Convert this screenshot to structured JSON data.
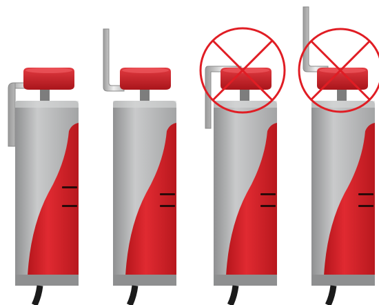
{
  "scene": {
    "description_visible_text": "",
    "colors": {
      "background": "#ffffff",
      "housing_grey": "#a9aaab",
      "housing_grey_light": "#c7c8c9",
      "housing_red": "#d8232a",
      "housing_red_dark": "#a8141a",
      "actuator_red": "#d41f26",
      "bracket_metal": "#d9d9d9",
      "cable": "#1b1b1b",
      "prohibition_red": "#e01d24"
    },
    "units": [
      {
        "name": "unit-1",
        "bracket": "side-hook",
        "status": "correct"
      },
      {
        "name": "unit-2",
        "bracket": "vertical-top",
        "status": "correct"
      },
      {
        "name": "unit-3",
        "bracket": "side-hook",
        "status": "incorrect"
      },
      {
        "name": "unit-4",
        "bracket": "vertical-top",
        "status": "incorrect"
      }
    ]
  }
}
